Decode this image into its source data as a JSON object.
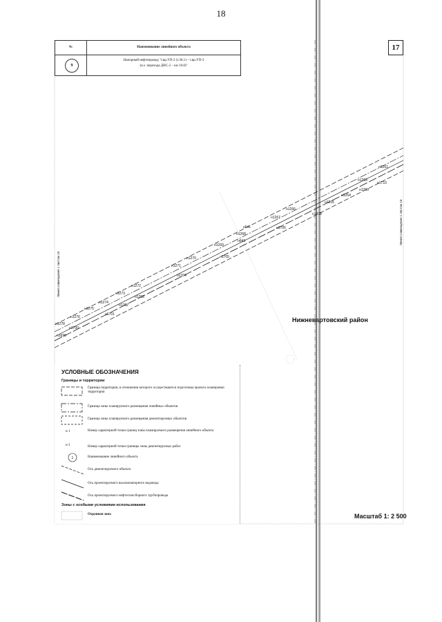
{
  "page_number": "18",
  "sheet_number": "17",
  "title_table": {
    "col_no_header": "№",
    "col_name_header": "Наименование линейного объекта",
    "item_number": "9",
    "item_name_line1": "Напорный нефтепровод \"т.вр.УП-2 (т.36.1) – т.вр.УП-3",
    "item_name_line2": "(и.з. перехода ДНС-2 – км 10.8)\""
  },
  "district_label": "Нижневартовский район",
  "scale_label": "Масштаб 1: 2 500",
  "vertical_notes": {
    "left": "Линия совмещения с листом 16",
    "right": "Линия совмещения с листом 18"
  },
  "point_labels": {
    "upper": [
      "н1278",
      "н1276",
      "н1275",
      "н1274",
      "н1273",
      "н1272",
      "н1271",
      "н1270",
      "н1269",
      "н1268",
      "н1267",
      "н1266",
      "н1265",
      "н1264",
      "н1263",
      "н1261"
    ],
    "lower": [
      "н1699",
      "н1700",
      "н1701",
      "н1702",
      "н1703",
      "н1704",
      "н1705",
      "н1706",
      "н1708",
      "н1709",
      "н1710"
    ],
    "misc": [
      "н641",
      "н643"
    ]
  },
  "legend": {
    "title": "УСЛОВНЫЕ ОБОЗНАЧЕНИЯ",
    "section1": "Границы и территории",
    "items": [
      "Граница территории, в отношении которого осуществляется подготовка проекта планировки территории",
      "Граница зоны планируемого размещения линейных объектов",
      "Граница зоны планируемого размещения демонтируемых объектов",
      "Номер характерной точки границ зоны планируемого размещения линейного объекта",
      "Номер характерной точки границы зоны демонтируемых работ",
      "Наименование линейного объекта",
      "Ось демонтируемого объекта",
      "Ось проектируемого высоконапорного водовода",
      "Ось проектируемого нефтегазосборного трубопровода"
    ],
    "marker1": "н 1",
    "marker2": "н 3",
    "marker3": "1",
    "section2": "Зоны с особыми условиями использования",
    "zone_item": "Охранная зона"
  },
  "colors": {
    "ink": "#111111",
    "faint": "#888888",
    "paper": "#ffffff"
  }
}
